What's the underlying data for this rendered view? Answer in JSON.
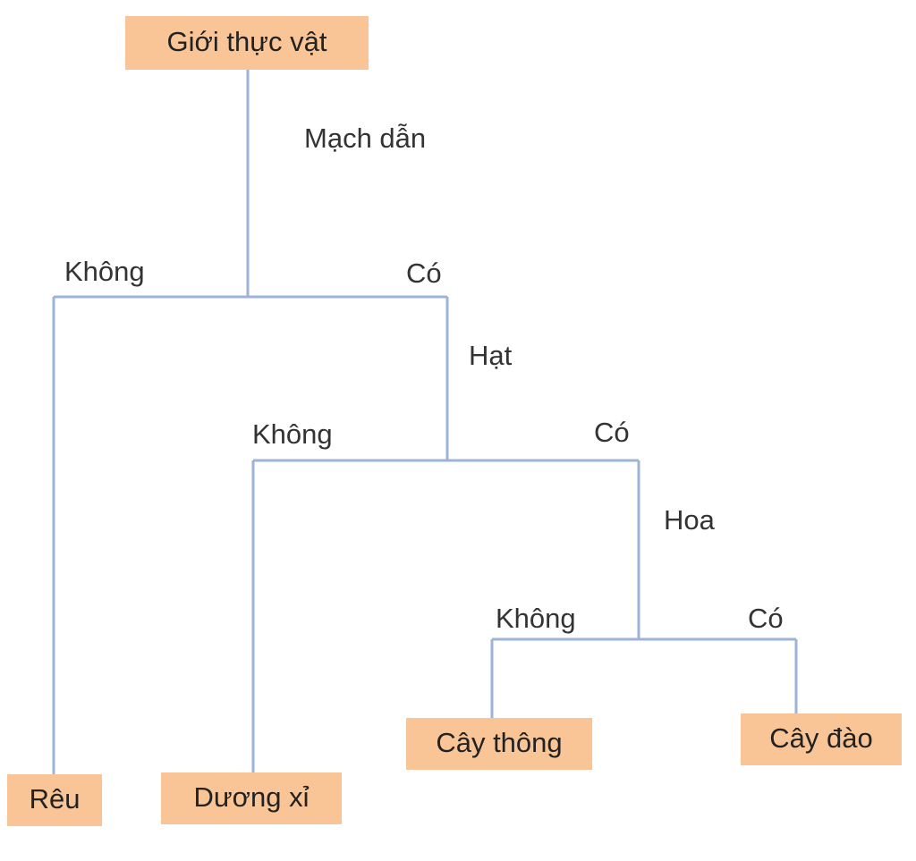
{
  "nodes": {
    "root": "Giới thực vật",
    "reu": "Rêu",
    "duong_xi": "Dương xỉ",
    "cay_thong": "Cây thông",
    "cay_dao": "Cây đào"
  },
  "criteria": {
    "vascular": "Mạch dẫn",
    "seed": "Hạt",
    "flower": "Hoa"
  },
  "branches": {
    "vascular_no": "Không",
    "vascular_yes": "Có",
    "seed_no": "Không",
    "seed_yes": "Có",
    "flower_no": "Không",
    "flower_yes": "Có"
  },
  "colors": {
    "node_fill": "#f9c597",
    "line": "#9cb4d8"
  }
}
